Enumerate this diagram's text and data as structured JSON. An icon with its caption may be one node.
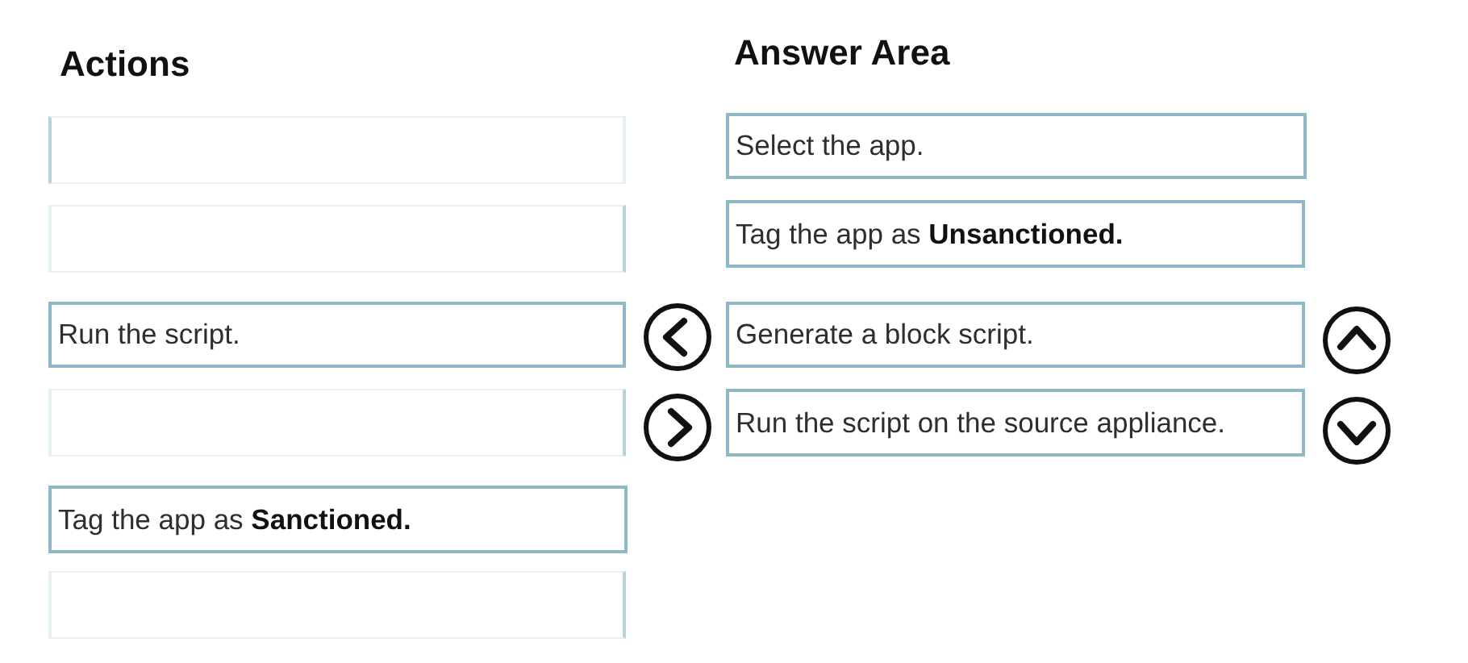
{
  "diagram": {
    "nodes": [
      {
        "text": [],
        "shape": "box"
      },
      {
        "text": [],
        "shape": "box"
      },
      {
        "text": [
          "Run the script."
        ]
      },
      {
        "text": [],
        "shape": "box"
      },
      {
        "text": [
          "Tag the app as **Sanctioned.**"
        ]
      },
      {
        "text": [],
        "shape": "box"
      },
      {
        "text": [
          "Select the app."
        ]
      },
      {
        "text": [
          "Tag the app as **Unsanctioned.**"
        ]
      },
      {
        "text": [
          "Generate a block script."
        ]
      },
      {
        "text": [
          "Run the script on the source appliance."
        ]
      }
    ],
    "labels": [
      "Actions",
      "Answer Area"
    ]
  }
}
